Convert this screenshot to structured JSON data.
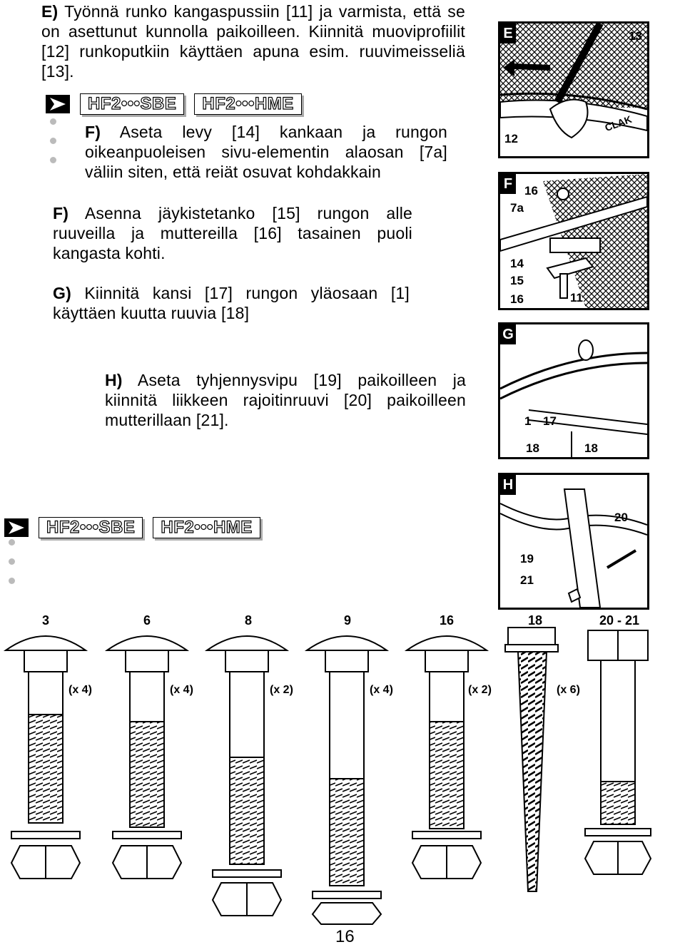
{
  "paragraphs": {
    "e_prefix": "E)",
    "e_text": "Työnnä runko kangaspussiin [11] ja varmista, että se on asettunut kunnolla paikoilleen. Kiinnitä muoviprofiilit [12] runkoputkiin käyttäen apuna esim. ruuvimeisseliä [13].",
    "f1_prefix": "F)",
    "f1_text": "Aseta levy [14] kankaan ja rungon oikeanpuoleisen sivu-elementin alaosan [7a] väliin siten, että reiät osuvat kohdakkain",
    "f2_prefix": "F)",
    "f2_text": "Asenna jäykistetanko [15] rungon alle ruuveilla ja muttereilla [16] tasainen puoli kangasta kohti.",
    "g_prefix": "G)",
    "g_text": "Kiinnitä kansi [17] rungon yläosaan [1] käyttäen kuutta ruuvia [18]",
    "h_prefix": "H)",
    "h_text": "Aseta tyhjennysvipu [19] paikoilleen ja kiinnitä liikkeen rajoitinruuvi [20] paikoilleen mutterillaan [21]."
  },
  "models": {
    "row1": [
      "HF2•••SBE",
      "HF2•••HME"
    ],
    "row2": [
      "HF2•••SBE",
      "HF2•••HME"
    ]
  },
  "panels": {
    "E": {
      "label": "E",
      "callouts": [
        "13",
        "12"
      ],
      "sound": "CLAK"
    },
    "F": {
      "label": "F",
      "callouts": [
        "16",
        "7a",
        "14",
        "15",
        "16",
        "11"
      ]
    },
    "G": {
      "label": "G",
      "callouts": [
        "1",
        "17",
        "18",
        "18"
      ]
    },
    "H": {
      "label": "H",
      "callouts": [
        "20",
        "19",
        "21"
      ]
    }
  },
  "bolts": [
    {
      "id": "3",
      "qty": "(x 4)"
    },
    {
      "id": "6",
      "qty": "(x 4)"
    },
    {
      "id": "8",
      "qty": "(x 2)"
    },
    {
      "id": "9",
      "qty": "(x 4)"
    },
    {
      "id": "16",
      "qty": "(x 2)"
    },
    {
      "id": "18",
      "qty": "(x 6)"
    },
    {
      "id": "20 - 21",
      "qty": ""
    }
  ],
  "page_number": "16"
}
